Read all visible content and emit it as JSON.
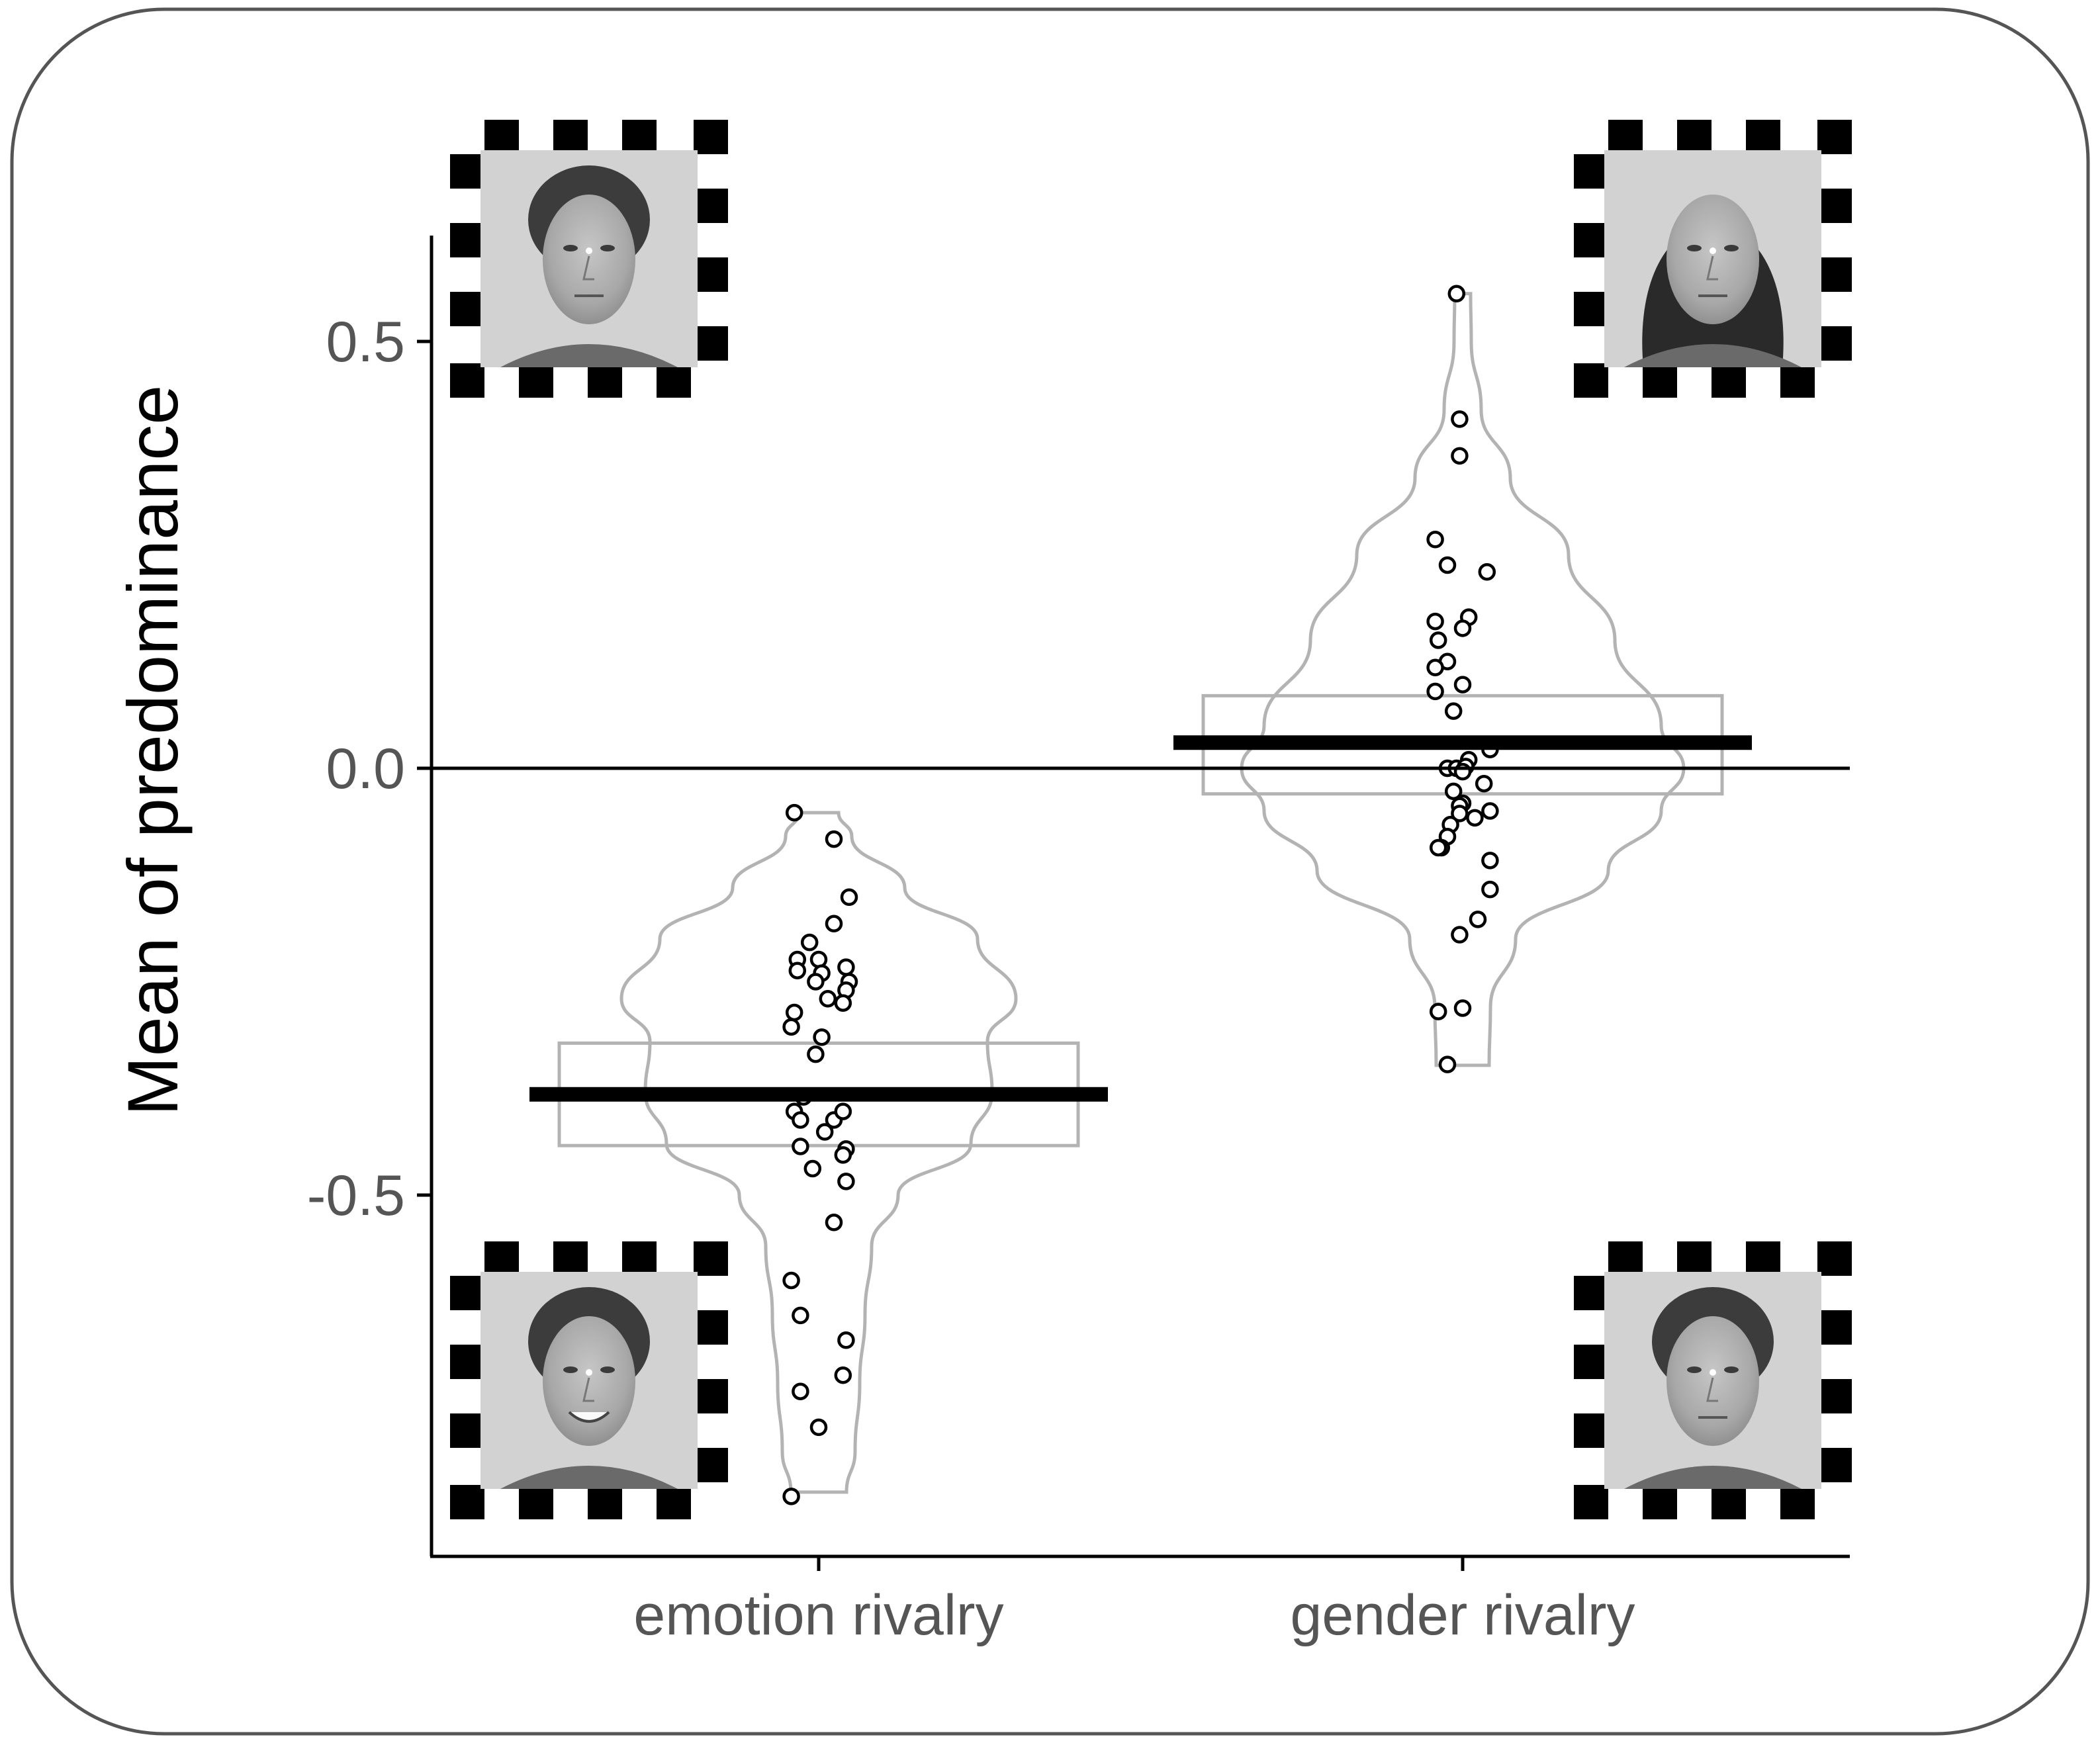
{
  "chart_data": {
    "type": "violin",
    "ylabel": "Mean of predominance",
    "xlabel": "",
    "categories": [
      "emotion rivalry",
      "gender rivalry"
    ],
    "y_ticks": [
      {
        "value": 0.5,
        "label": "0.5"
      },
      {
        "value": 0.0,
        "label": "0.0"
      },
      {
        "value": -0.5,
        "label": "-0.5"
      }
    ],
    "ylim": [
      -0.92,
      0.62
    ],
    "reference_line": 0.0,
    "grid": false,
    "groups": [
      {
        "category": "emotion rivalry",
        "mean": -0.382,
        "ci": [
          -0.442,
          -0.322
        ],
        "violin_range": [
          -0.848,
          -0.052
        ],
        "points": [
          {
            "x": -0.08,
            "y": -0.052
          },
          {
            "x": 0.05,
            "y": -0.083
          },
          {
            "x": 0.1,
            "y": -0.151
          },
          {
            "x": 0.05,
            "y": -0.182
          },
          {
            "x": -0.03,
            "y": -0.204
          },
          {
            "x": -0.07,
            "y": -0.224
          },
          {
            "x": 0.0,
            "y": -0.224
          },
          {
            "x": 0.09,
            "y": -0.233
          },
          {
            "x": 0.01,
            "y": -0.24
          },
          {
            "x": -0.07,
            "y": -0.237
          },
          {
            "x": -0.01,
            "y": -0.25
          },
          {
            "x": 0.1,
            "y": -0.25
          },
          {
            "x": 0.09,
            "y": -0.26
          },
          {
            "x": 0.03,
            "y": -0.27
          },
          {
            "x": 0.08,
            "y": -0.275
          },
          {
            "x": -0.08,
            "y": -0.286
          },
          {
            "x": -0.09,
            "y": -0.303
          },
          {
            "x": 0.01,
            "y": -0.315
          },
          {
            "x": -0.01,
            "y": -0.335
          },
          {
            "x": -0.05,
            "y": -0.385
          },
          {
            "x": -0.08,
            "y": -0.402
          },
          {
            "x": -0.06,
            "y": -0.412
          },
          {
            "x": 0.05,
            "y": -0.412
          },
          {
            "x": 0.08,
            "y": -0.402
          },
          {
            "x": 0.02,
            "y": -0.426
          },
          {
            "x": -0.06,
            "y": -0.443
          },
          {
            "x": 0.09,
            "y": -0.446
          },
          {
            "x": 0.08,
            "y": -0.453
          },
          {
            "x": -0.02,
            "y": -0.469
          },
          {
            "x": 0.09,
            "y": -0.484
          },
          {
            "x": 0.05,
            "y": -0.532
          },
          {
            "x": -0.09,
            "y": -0.6
          },
          {
            "x": -0.06,
            "y": -0.641
          },
          {
            "x": 0.09,
            "y": -0.67
          },
          {
            "x": 0.08,
            "y": -0.711
          },
          {
            "x": -0.06,
            "y": -0.73
          },
          {
            "x": 0.0,
            "y": -0.772
          },
          {
            "x": -0.09,
            "y": -0.853
          }
        ]
      },
      {
        "category": "gender rivalry",
        "mean": 0.03,
        "ci": [
          -0.03,
          0.085
        ],
        "violin_range": [
          -0.348,
          0.556
        ],
        "points": [
          {
            "x": -0.02,
            "y": 0.556
          },
          {
            "x": -0.01,
            "y": 0.409
          },
          {
            "x": -0.01,
            "y": 0.366
          },
          {
            "x": -0.09,
            "y": 0.268
          },
          {
            "x": -0.05,
            "y": 0.238
          },
          {
            "x": 0.08,
            "y": 0.23
          },
          {
            "x": 0.02,
            "y": 0.177
          },
          {
            "x": -0.09,
            "y": 0.172
          },
          {
            "x": 0.0,
            "y": 0.164
          },
          {
            "x": -0.08,
            "y": 0.15
          },
          {
            "x": -0.05,
            "y": 0.125
          },
          {
            "x": -0.09,
            "y": 0.118
          },
          {
            "x": 0.0,
            "y": 0.098
          },
          {
            "x": -0.09,
            "y": 0.09
          },
          {
            "x": -0.03,
            "y": 0.067
          },
          {
            "x": 0.09,
            "y": 0.022
          },
          {
            "x": 0.02,
            "y": 0.01
          },
          {
            "x": -0.05,
            "y": 0.0
          },
          {
            "x": -0.02,
            "y": 0.0
          },
          {
            "x": 0.01,
            "y": 0.002
          },
          {
            "x": 0.0,
            "y": -0.004
          },
          {
            "x": 0.07,
            "y": -0.018
          },
          {
            "x": -0.03,
            "y": -0.027
          },
          {
            "x": 0.0,
            "y": -0.041
          },
          {
            "x": -0.01,
            "y": -0.044
          },
          {
            "x": 0.09,
            "y": -0.05
          },
          {
            "x": -0.01,
            "y": -0.053
          },
          {
            "x": 0.04,
            "y": -0.058
          },
          {
            "x": -0.04,
            "y": -0.066
          },
          {
            "x": -0.05,
            "y": -0.08
          },
          {
            "x": -0.07,
            "y": -0.093
          },
          {
            "x": -0.08,
            "y": -0.093
          },
          {
            "x": 0.09,
            "y": -0.108
          },
          {
            "x": 0.09,
            "y": -0.142
          },
          {
            "x": 0.05,
            "y": -0.177
          },
          {
            "x": -0.01,
            "y": -0.195
          },
          {
            "x": -0.08,
            "y": -0.285
          },
          {
            "x": 0.0,
            "y": -0.281
          },
          {
            "x": -0.05,
            "y": -0.347
          }
        ]
      }
    ],
    "stimulus_images": [
      {
        "name": "neutral-male-face",
        "position": "top-left",
        "condition": "emotion rivalry"
      },
      {
        "name": "smiling-male-face",
        "position": "bottom-left",
        "condition": "emotion rivalry"
      },
      {
        "name": "female-face",
        "position": "top-right",
        "condition": "gender rivalry"
      },
      {
        "name": "neutral-male-face",
        "position": "bottom-right",
        "condition": "gender rivalry"
      }
    ],
    "colors": {
      "mean_line": "#000000",
      "ci_box": "#b3b3b3",
      "violin": "#b3b3b3",
      "points": "#000000",
      "axis": "#000000",
      "tick_label": "#555555"
    }
  }
}
